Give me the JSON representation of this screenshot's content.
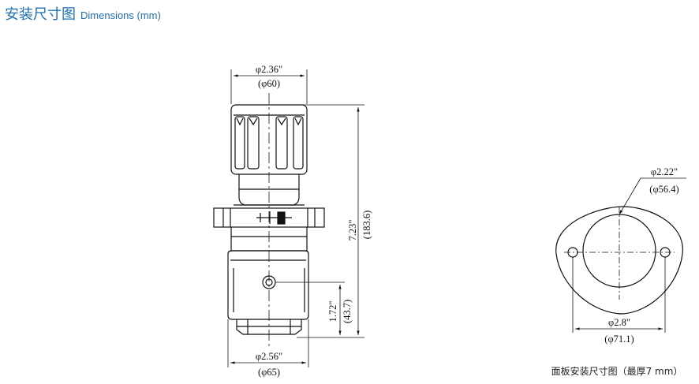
{
  "header": {
    "title_cn": "安装尺寸图",
    "title_en": "Dimensions (mm)"
  },
  "regulator": {
    "top_inch": "φ2.36\"",
    "top_mm": "(φ60)",
    "height_inch": "7.23\"",
    "height_mm": "(183.6)",
    "port_inch": "1.72\"",
    "port_mm": "(43.7)",
    "bottom_inch": "φ2.56\"",
    "bottom_mm": "(φ65)"
  },
  "panel": {
    "hole_inch": "φ2.22\"",
    "hole_mm": "(φ56.4)",
    "pitch_inch": "φ2.8\"",
    "pitch_mm": "(φ71.1)",
    "caption": "面板安装尺寸图（最厚7 mm）"
  }
}
